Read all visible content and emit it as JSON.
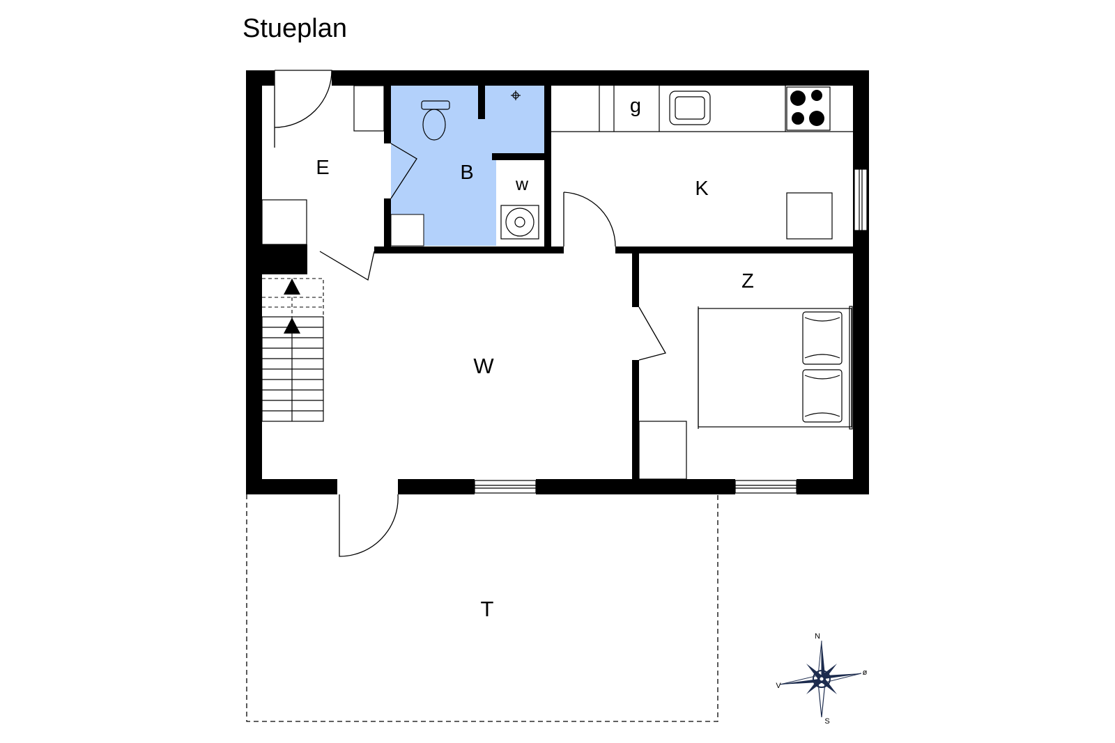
{
  "plan": {
    "title": "Stueplan",
    "rooms": {
      "entrance": "E",
      "bathroom": "B",
      "washer": "w",
      "kitchen": "K",
      "living": "W",
      "bedroom": "Z",
      "terrace": "T",
      "cabinet": "g"
    },
    "colors": {
      "wall": "#000000",
      "bathroom_fill": "#b3d1fb"
    }
  },
  "compass": {
    "north": "N",
    "south": "S",
    "east": "ø",
    "west": "V"
  }
}
